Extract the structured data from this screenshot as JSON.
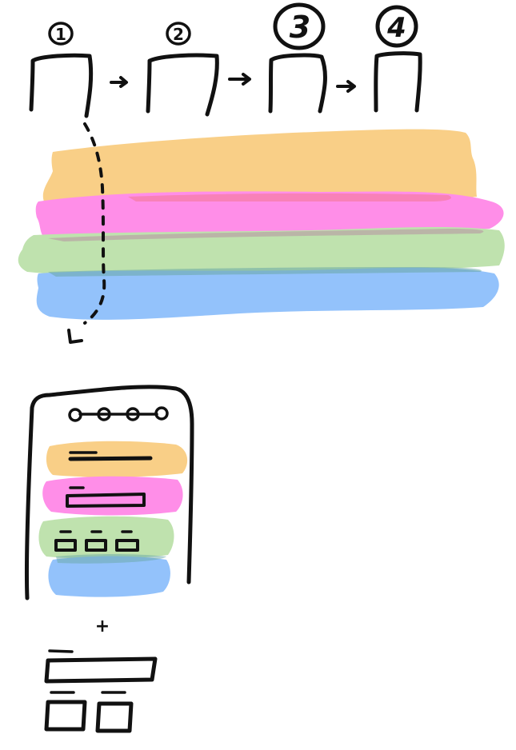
{
  "steps": [
    {
      "number": "1"
    },
    {
      "number": "2"
    },
    {
      "number": "3"
    },
    {
      "number": "4"
    }
  ],
  "colors": {
    "ink": "#111111",
    "orange": "#f9cf87",
    "pink": "#ff8ee8",
    "green": "#bfe2ae",
    "blue": "#93c2fb",
    "background": "#ffffff"
  },
  "layers": [
    {
      "color_key": "orange"
    },
    {
      "color_key": "pink"
    },
    {
      "color_key": "green"
    },
    {
      "color_key": "blue"
    }
  ],
  "connector_symbol": "+"
}
